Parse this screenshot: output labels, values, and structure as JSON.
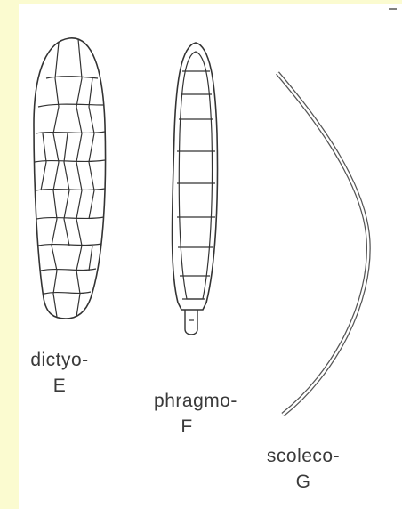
{
  "figure": {
    "spores": [
      {
        "id": "dictyo",
        "name": "dictyo-",
        "letter": "E"
      },
      {
        "id": "phragmo",
        "name": "phragmo-",
        "letter": "F"
      },
      {
        "id": "scoleco",
        "name": "scoleco-",
        "letter": "G"
      }
    ]
  }
}
